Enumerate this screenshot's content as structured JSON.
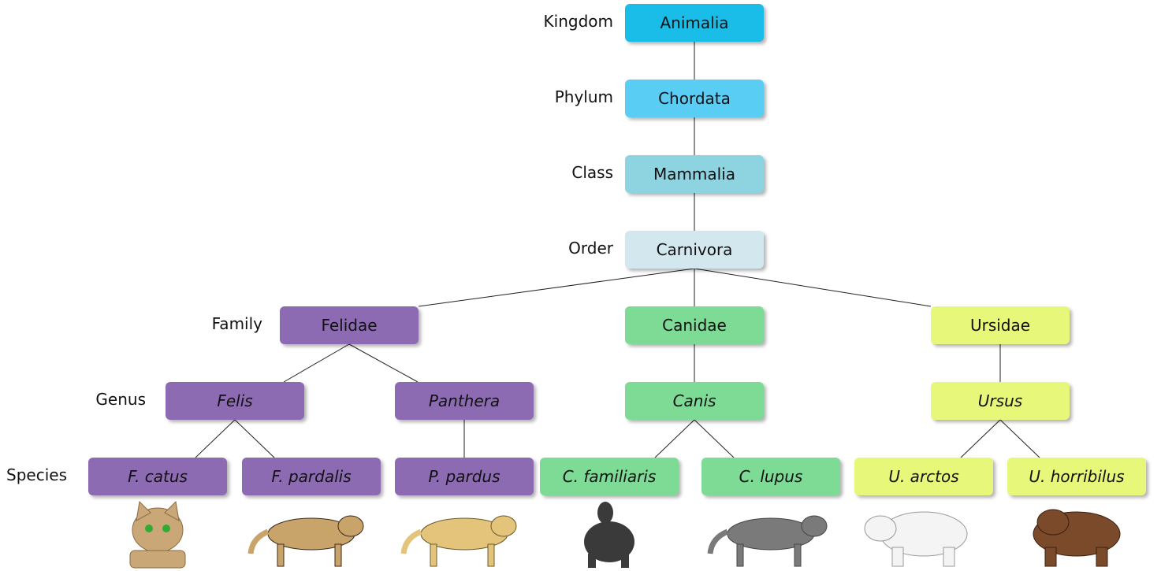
{
  "ranks": [
    {
      "label": "Kingdom"
    },
    {
      "label": "Phylum"
    },
    {
      "label": "Class"
    },
    {
      "label": "Order"
    },
    {
      "label": "Family"
    },
    {
      "label": "Genus"
    },
    {
      "label": "Species"
    }
  ],
  "nodes": [
    {
      "id": "animalia",
      "label": "Animalia",
      "rank": 0,
      "color": "#19bde8",
      "italic": false
    },
    {
      "id": "chordata",
      "label": "Chordata",
      "rank": 1,
      "color": "#5acdf5",
      "italic": false,
      "parent": "animalia"
    },
    {
      "id": "mammalia",
      "label": "Mammalia",
      "rank": 2,
      "color": "#8dd3e0",
      "italic": false,
      "parent": "chordata"
    },
    {
      "id": "carnivora",
      "label": "Carnivora",
      "rank": 3,
      "color": "#d3e7ee",
      "italic": false,
      "parent": "mammalia"
    },
    {
      "id": "felidae",
      "label": "Felidae",
      "rank": 4,
      "color": "#8d6bb3",
      "italic": false,
      "parent": "carnivora"
    },
    {
      "id": "canidae",
      "label": "Canidae",
      "rank": 4,
      "color": "#7ddb96",
      "italic": false,
      "parent": "carnivora"
    },
    {
      "id": "ursidae",
      "label": "Ursidae",
      "rank": 4,
      "color": "#e7f77a",
      "italic": false,
      "parent": "carnivora"
    },
    {
      "id": "felis",
      "label": "Felis",
      "rank": 5,
      "color": "#8d6bb3",
      "italic": true,
      "parent": "felidae"
    },
    {
      "id": "panthera",
      "label": "Panthera",
      "rank": 5,
      "color": "#8d6bb3",
      "italic": true,
      "parent": "felidae"
    },
    {
      "id": "canis",
      "label": "Canis",
      "rank": 5,
      "color": "#7ddb96",
      "italic": true,
      "parent": "canidae"
    },
    {
      "id": "ursus",
      "label": "Ursus",
      "rank": 5,
      "color": "#e7f77a",
      "italic": true,
      "parent": "ursidae"
    },
    {
      "id": "fcatus",
      "label": "F. catus",
      "rank": 6,
      "color": "#8d6bb3",
      "italic": true,
      "parent": "felis",
      "animal": "cat"
    },
    {
      "id": "fpardalis",
      "label": "F. pardalis",
      "rank": 6,
      "color": "#8d6bb3",
      "italic": true,
      "parent": "felis",
      "animal": "ocelot"
    },
    {
      "id": "ppardus",
      "label": "P. pardus",
      "rank": 6,
      "color": "#8d6bb3",
      "italic": true,
      "parent": "panthera",
      "animal": "leopard"
    },
    {
      "id": "cfamiliaris",
      "label": "C. familiaris",
      "rank": 6,
      "color": "#7ddb96",
      "italic": true,
      "parent": "canis",
      "animal": "dog"
    },
    {
      "id": "clupus",
      "label": "C. lupus",
      "rank": 6,
      "color": "#7ddb96",
      "italic": true,
      "parent": "canis",
      "animal": "wolf"
    },
    {
      "id": "uarctos",
      "label": "U. arctos",
      "rank": 6,
      "color": "#e7f77a",
      "italic": true,
      "parent": "ursus",
      "animal": "polar-bear"
    },
    {
      "id": "uhorribilus",
      "label": "U. horribilus",
      "rank": 6,
      "color": "#e7f77a",
      "italic": true,
      "parent": "ursus",
      "animal": "brown-bear"
    }
  ]
}
